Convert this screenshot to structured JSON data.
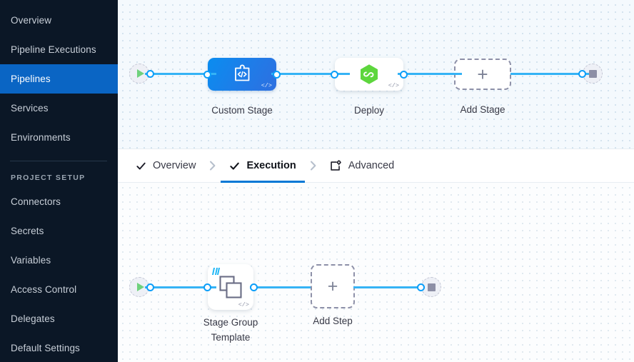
{
  "sidebar": {
    "items": [
      {
        "label": "Overview",
        "active": false
      },
      {
        "label": "Pipeline Executions",
        "active": false
      },
      {
        "label": "Pipelines",
        "active": true
      },
      {
        "label": "Services",
        "active": false
      },
      {
        "label": "Environments",
        "active": false
      }
    ],
    "section_label": "PROJECT SETUP",
    "setup_items": [
      {
        "label": "Connectors"
      },
      {
        "label": "Secrets"
      },
      {
        "label": "Variables"
      },
      {
        "label": "Access Control"
      },
      {
        "label": "Delegates"
      },
      {
        "label": "Default Settings"
      }
    ],
    "colors": {
      "background": "#0b1726",
      "active_background": "#0a65c4",
      "text": "#c8cfd8"
    }
  },
  "tabs": [
    {
      "label": "Overview",
      "icon": "check-icon",
      "active": false
    },
    {
      "label": "Execution",
      "icon": "check-icon",
      "active": true
    },
    {
      "label": "Advanced",
      "icon": "advanced-card-gear-icon",
      "active": false
    }
  ],
  "tab_separator": "chevron-right-icon",
  "stage_canvas": {
    "start_node": {
      "icon": "play-icon"
    },
    "end_node": {
      "icon": "stop-icon"
    },
    "nodes": [
      {
        "label": "Custom Stage",
        "icon": "custom-stage-code-icon",
        "badge": "</>",
        "type": "custom"
      },
      {
        "label": "Deploy",
        "icon": "deploy-hexagon-infinity-icon",
        "badge": "</>",
        "type": "deploy"
      },
      {
        "label": "Add Stage",
        "icon": "plus-icon",
        "type": "add"
      }
    ]
  },
  "step_canvas": {
    "start_node": {
      "icon": "play-icon"
    },
    "end_node": {
      "icon": "stop-icon"
    },
    "nodes": [
      {
        "label": "Stage Group\nTemplate",
        "icon": "layers-template-icon",
        "badge": "</>",
        "type": "group"
      },
      {
        "label": "Add Step",
        "icon": "plus-icon",
        "type": "add"
      }
    ]
  },
  "colors": {
    "accent_blue": "#0278d5",
    "edge_blue": "#35b3f5",
    "port_blue": "#0b9ef9",
    "deploy_green": "#5dd63d",
    "play_green": "#6fd17c",
    "dashed_gray": "#8d90a8",
    "canvas_top_bg": "#f4f9fd",
    "canvas_bottom_bg": "#fcfdfe"
  }
}
